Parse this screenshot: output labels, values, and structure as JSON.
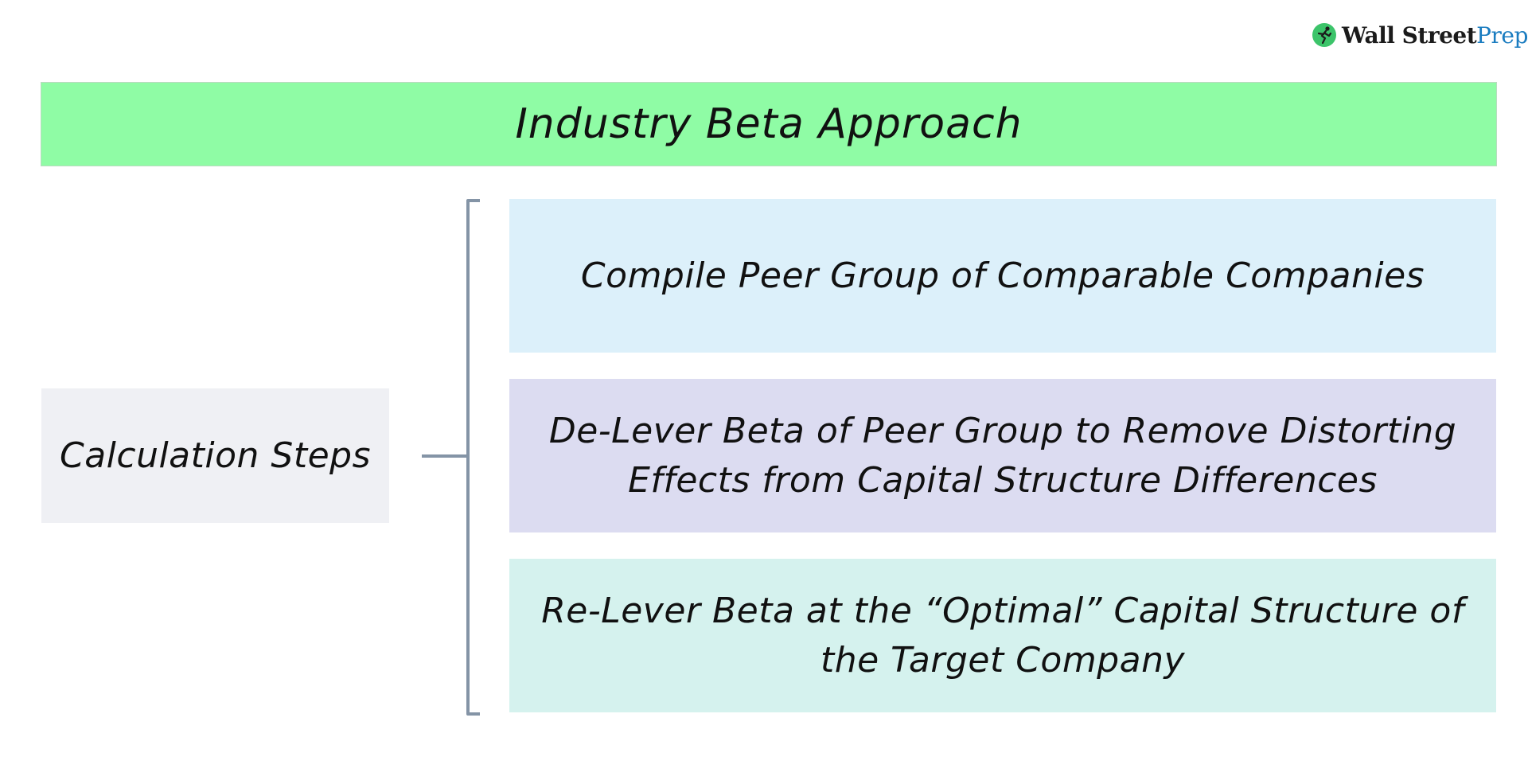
{
  "logo": {
    "brand_primary": "Wall Street",
    "brand_secondary": "Prep",
    "icon": "runner-logo-icon",
    "colors": {
      "primary": "#1b1b1b",
      "secondary": "#1a7cc0",
      "mark": "#3cc46a"
    }
  },
  "title": "Industry Beta Approach",
  "left_label": "Calculation Steps",
  "steps": [
    {
      "label": "Compile Peer Group of Comparable Companies",
      "color": "#dcf0fa"
    },
    {
      "label": "De-Lever Beta of Peer Group to Remove Distorting Effects from Capital Structure Differences",
      "color": "#dcdcf1"
    },
    {
      "label": "Re-Lever Beta at the “Optimal” Capital Structure of the Target Company",
      "color": "#d5f2ee"
    }
  ],
  "colors": {
    "title_bar": "#8ffca5",
    "left_box": "#eff0f4",
    "connector": "#8494a6"
  }
}
